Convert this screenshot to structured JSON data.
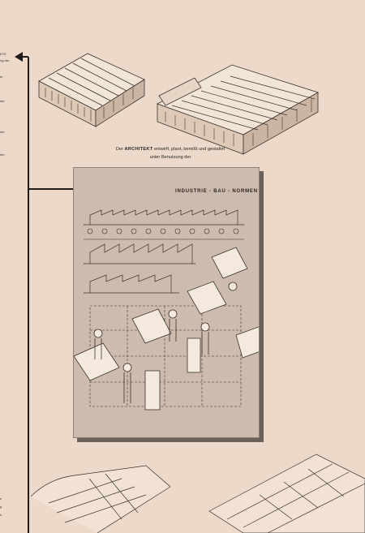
{
  "margin": {
    "fragments": [
      "ETE",
      "ng der",
      "te",
      "der",
      "der",
      "ten",
      "e",
      "g",
      "h"
    ]
  },
  "caption": {
    "line1_pre": "Der",
    "line1_bold": "ARCHITEKT",
    "line1_post": "entwirft, plant, bemißt und gestaltet",
    "line2": "unter Benutzung der"
  },
  "panel": {
    "title": "INDUSTRIE - BAU - NORMEN"
  },
  "colors": {
    "paper": "#ecd9c9",
    "panel": "#cdbbad",
    "ink": "#2b2623"
  }
}
